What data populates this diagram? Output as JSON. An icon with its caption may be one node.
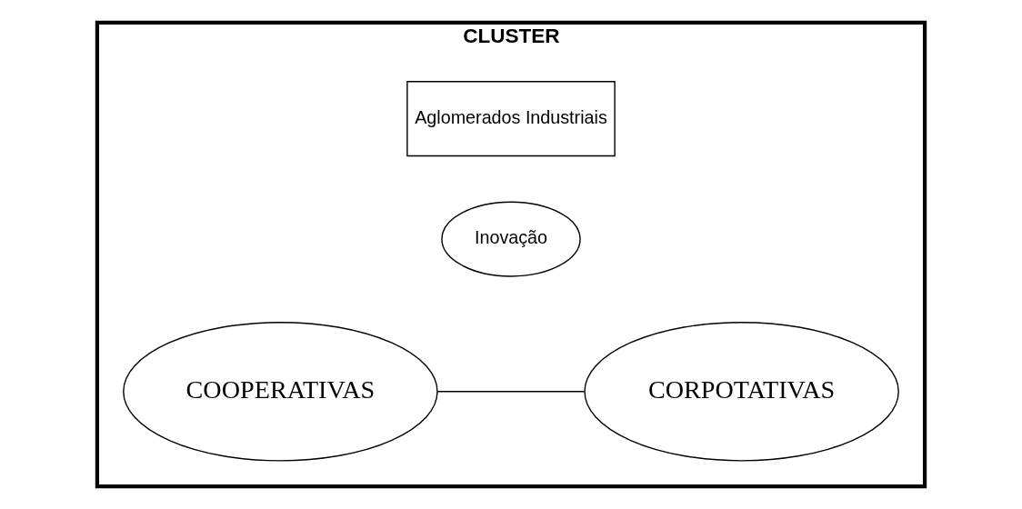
{
  "diagram": {
    "nodes": [
      {
        "text": [
          "CLUSTER"
        ]
      },
      {
        "text": [
          "Aglomerados Industriais"
        ],
        "in": 0
      },
      {
        "text": [
          "Inovação"
        ],
        "in": 0
      },
      {
        "text": [
          "COOPERATIVAS"
        ],
        "in": 0
      },
      {
        "text": [
          "CORPOTATIVAS"
        ],
        "in": 0
      }
    ],
    "edges": [
      {
        "from": 3,
        "to": 4,
        "arrow": "none"
      }
    ]
  }
}
